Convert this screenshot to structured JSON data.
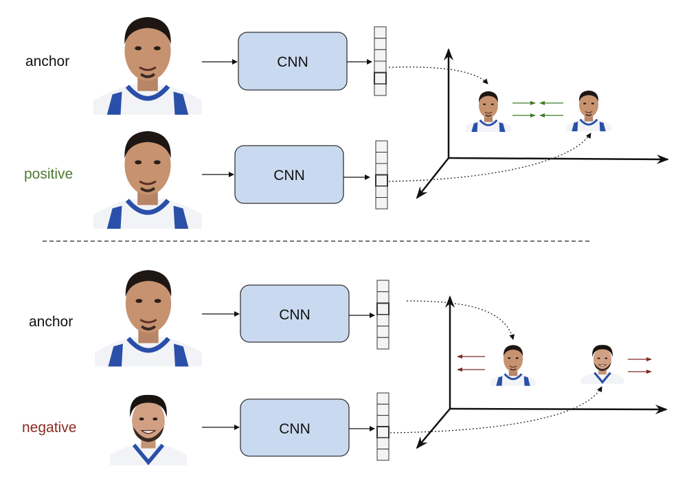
{
  "top": {
    "anchor_label": "anchor",
    "positive_label": "positive",
    "cnn_anchor": "CNN",
    "cnn_positive": "CNN"
  },
  "bottom": {
    "anchor_label": "anchor",
    "negative_label": "negative",
    "cnn_anchor": "CNN",
    "cnn_negative": "CNN"
  },
  "colors": {
    "anchor_text": "#111111",
    "positive_text": "#4e7a32",
    "negative_text": "#8b2a22",
    "cnn_fill": "#c9daf0",
    "pull_arrow": "#3f7a2a",
    "push_arrow": "#7a2a22"
  },
  "icons": {
    "photo": "face-photo",
    "embedding": "vector-column",
    "space": "3d-axes"
  }
}
